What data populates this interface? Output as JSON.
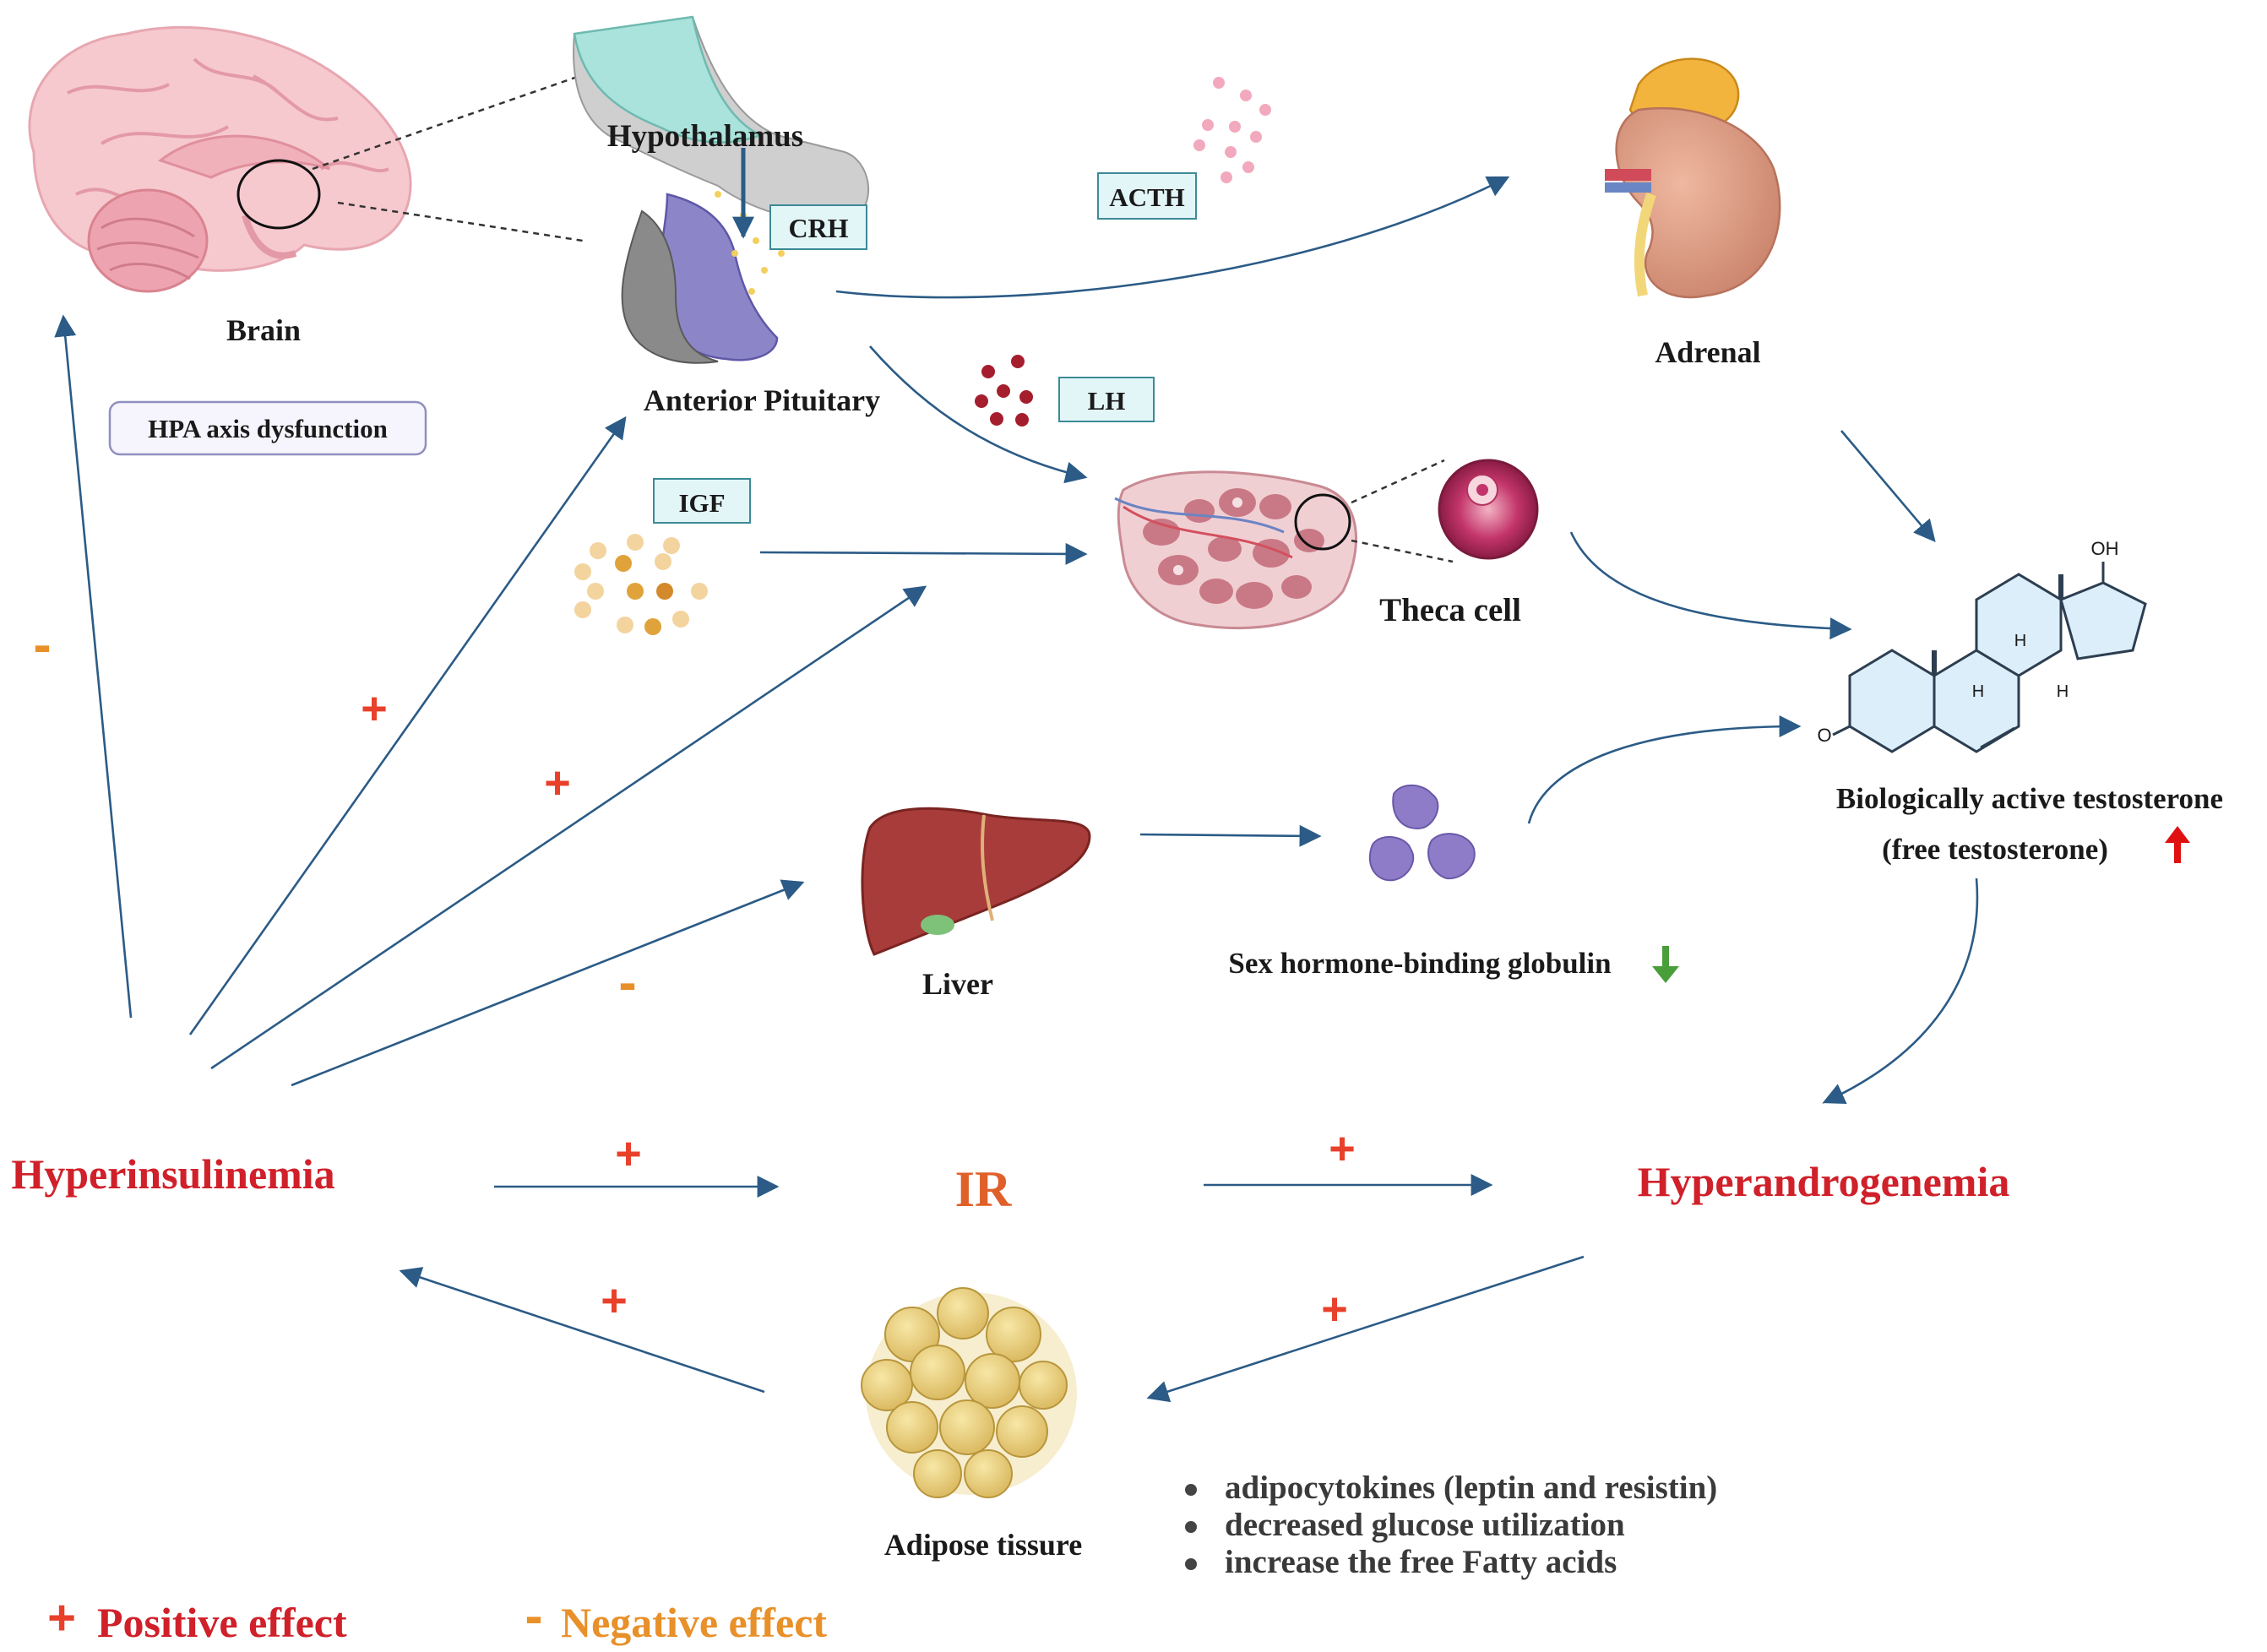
{
  "labels": {
    "hypothalamus": "Hypothalamus",
    "crh": "CRH",
    "brain": "Brain",
    "hpa": "HPA axis dysfunction",
    "anterior_pituitary": "Anterior Pituitary",
    "acth": "ACTH",
    "adrenal": "Adrenal",
    "lh": "LH",
    "igf": "IGF",
    "theca_cell": "Theca cell",
    "testosterone_line1": "Biologically active testosterone",
    "testosterone_line2": "(free testosterone)",
    "liver": "Liver",
    "shbg": "Sex hormone-binding globulin",
    "hyperinsulinemia": "Hyperinsulinemia",
    "ir": "IR",
    "hyperandrogenemia": "Hyperandrogenemia",
    "adipose": "Adipose tissure",
    "oh": "OH",
    "h": "H",
    "o": "O"
  },
  "symbols": {
    "plus": "+",
    "minus": "-"
  },
  "bullets": [
    "adipocytokines (leptin and resistin)",
    "decreased glucose utilization",
    "increase the free Fatty acids"
  ],
  "legend": {
    "positive_symbol": "+",
    "positive_label": "Positive effect",
    "negative_symbol": "-",
    "negative_label": "Negative effect"
  },
  "colors": {
    "arrow": "#2b5b86",
    "red_label": "#d0202a",
    "plus": "#e8402a",
    "minus": "#e8902a",
    "label_box": "#e3f6f7"
  }
}
